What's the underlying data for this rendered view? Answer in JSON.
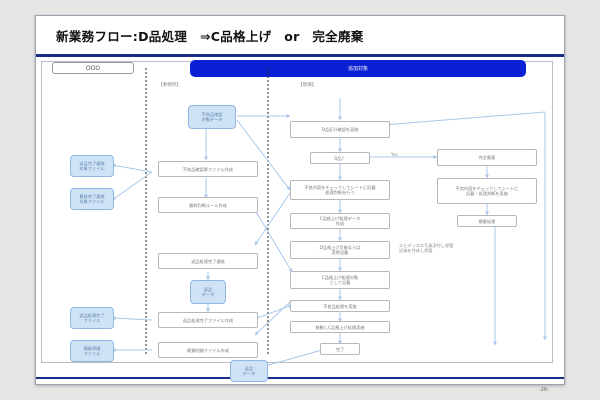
{
  "title": "新業務フロー:D品処理　⇒C品格上げ　or　完全廃棄",
  "header_pill": "OOO",
  "lane_header": "追加対象",
  "sections": {
    "left": "【事務所】",
    "right": "【現場】"
  },
  "nodes": {
    "n_top_center": "不良品確認\n対象データ",
    "n_left1": "不良品確認票ファイル作成",
    "n_left2": "最終判断ルール作成",
    "n_left3": "返品処理完了連絡",
    "n_left_blue": "返品\nデータ",
    "n_left4": "返品処理完了ファイル作成",
    "n_left5": "廃棄明細ファイル作成",
    "n_side1": "返品完了連絡\n対象ファイル",
    "n_side2": "最終完了連絡\n対象ファイル",
    "n_side3": "返品処理完了\nファイル",
    "n_side4": "廃棄明細\nファイル",
    "n_bottom_blue": "返品\nデータ",
    "n_r1": "D品区分確認を実施",
    "n_r2": "D品？",
    "n_r3": "不良内容をチェックしてシートに記載\n処理判断を行う",
    "n_r4": "C品格上げ処理データ\n作成",
    "n_r5": "D品格上げ可能ならば\n変更記載",
    "n_r6": "C品格上げ処理対象\nとして記載",
    "n_r7": "不良品処理を実施",
    "n_r8": "移動しC品格上げ処理実施",
    "n_r9": "完了",
    "n_far1": "完全廃棄",
    "n_far2": "不良内容をチェックしてシートに\n記載・処理判断を実施",
    "n_far3": "廃棄処理",
    "n_note": "エビデンスの写真添付し保管\n記録を作成し保管",
    "n_yes": "Yes"
  },
  "page_number": "-26-"
}
